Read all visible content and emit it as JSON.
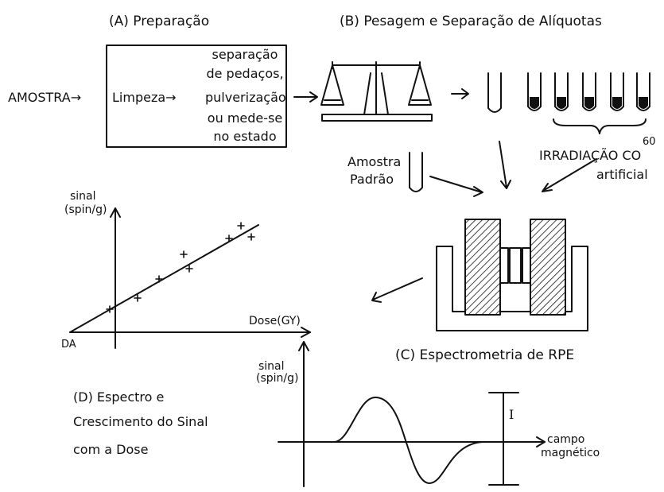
{
  "sections": {
    "a_title": "(A) Preparação",
    "b_title": "(B) Pesagem e Separação de Alíquotas",
    "c_title": "(C) Espectrometria de RPE",
    "d_title_lines": [
      "(D) Espectro e",
      "Crescimento do Sinal",
      "com a Dose"
    ]
  },
  "prep": {
    "sample": "AMOSTRA→",
    "cleaning": "Limpeza→",
    "steps": [
      "separação",
      "de pedaços,",
      "pulverização",
      "ou mede-se",
      "no estado"
    ]
  },
  "aliquots": {
    "irradiation": "IRRADIAÇÃO CO",
    "isotope": "60",
    "artificial": "artificial",
    "standard": [
      "Amostra",
      "Padrão"
    ]
  },
  "dose_plot": {
    "ylabel": [
      "sinal",
      "(spin/g)"
    ],
    "xlabel": "Dose(GY)",
    "origin_label": "DA"
  },
  "spectrum_plot": {
    "ylabel": [
      "sinal",
      "(spin/g)"
    ],
    "xlabel": [
      "campo",
      "magnético"
    ],
    "intensity": "I"
  }
}
